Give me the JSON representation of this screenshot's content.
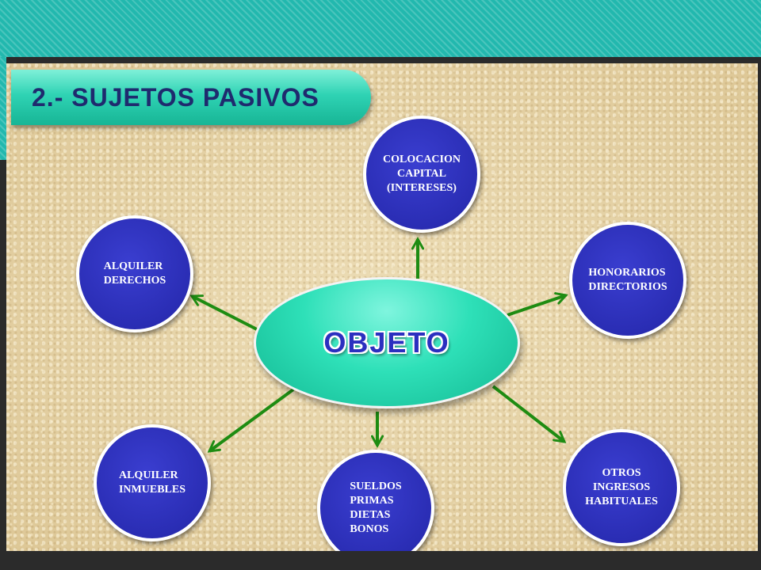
{
  "title": "2.- SUJETOS PASIVOS",
  "center": {
    "label": "OBJETO"
  },
  "nodes": [
    {
      "id": "colocacion",
      "label": "COLOCACION\nCAPITAL\n(INTERESES)"
    },
    {
      "id": "honorarios",
      "label": "HONORARIOS\nDIRECTORIOS"
    },
    {
      "id": "otros",
      "label": "OTROS\nINGRESOS\nHABITUALES"
    },
    {
      "id": "sueldos",
      "label": "SUELDOS\nPRIMAS\nDIETAS\nBONOS"
    },
    {
      "id": "inmuebles",
      "label": "ALQUILER\nINMUEBLES"
    },
    {
      "id": "derechos",
      "label": "ALQUILER\nDERECHOS"
    }
  ],
  "colors": {
    "node_fill": "#2a2db4",
    "center_fill": "#2ee0b8",
    "arrow": "#1e8c12",
    "title_text": "#1f2a6e",
    "center_text": "#2b2fbf"
  }
}
